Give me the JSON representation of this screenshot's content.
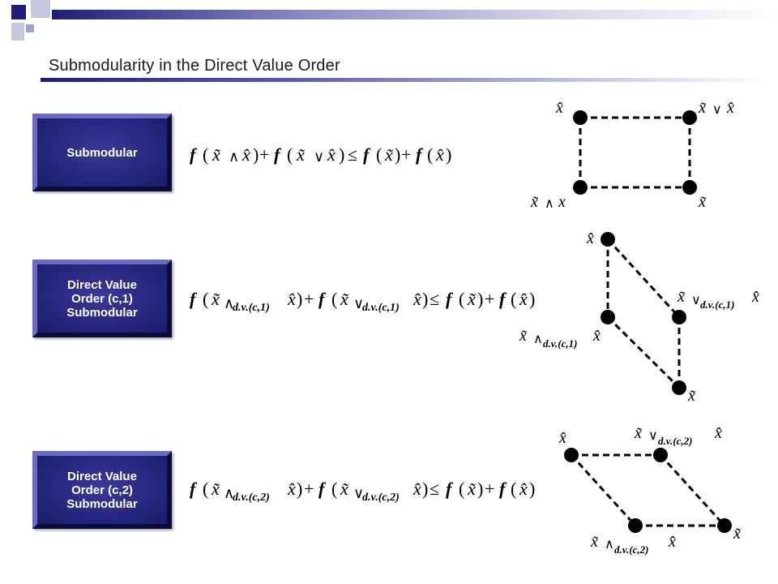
{
  "slide": {
    "title": "Submodularity in the Direct Value Order",
    "colors": {
      "accent": "#23237a",
      "edge": "#000000",
      "background": "#ffffff"
    }
  },
  "rows": [
    {
      "button_label": "Submodular",
      "formula": {
        "lhs_meet_sub": "",
        "lhs_join_sub": "",
        "text_segments": [
          "f",
          "(",
          "x̃",
          "∧",
          "x̂",
          ")",
          "+",
          "f",
          "(",
          "x̃",
          "∨",
          "x̂",
          ")",
          "≤",
          "f",
          "(",
          "x̃",
          ")",
          "+",
          "f",
          "(",
          "x̂",
          ")"
        ]
      },
      "diagram": {
        "shape": "rectangle",
        "labels": {
          "top_left": "x̂",
          "top_right_left": "x̃",
          "top_right_op": "∨",
          "top_right_right": "x̂",
          "bottom_left_left": "x̃",
          "bottom_left_op": "∧",
          "bottom_left_right": "x",
          "bottom_right": "x̃"
        }
      }
    },
    {
      "button_label": "Direct Value\nOrder (c,1)\nSubmodular",
      "formula": {
        "subscript": "d.v.(c,1)"
      },
      "diagram": {
        "shape": "parallelogram",
        "labels": {
          "top": "x̂",
          "right_left": "x̃",
          "right_op": "∨",
          "right_sub": "d.v.(c,1)",
          "right_right": "x̂",
          "left_left": "x̃",
          "left_op": "∧",
          "left_sub": "d.v.(c,1)",
          "left_right": "x̂",
          "bottom": "x̃"
        }
      }
    },
    {
      "button_label": "Direct Value\nOrder (c,2)\nSubmodular",
      "formula": {
        "subscript": "d.v.(c,2)"
      },
      "diagram": {
        "shape": "parallelogram",
        "labels": {
          "top_left": "x̂",
          "top_right_left": "x̃",
          "top_right_op": "∨",
          "top_right_sub": "d.v.(c,2)",
          "top_right_right": "x̂",
          "bottom_left_left": "x̃",
          "bottom_left_op": "∧",
          "bottom_left_sub": "d.v.(c,2)",
          "bottom_left_right": "x̂",
          "bottom_right": "x̃"
        }
      }
    }
  ]
}
